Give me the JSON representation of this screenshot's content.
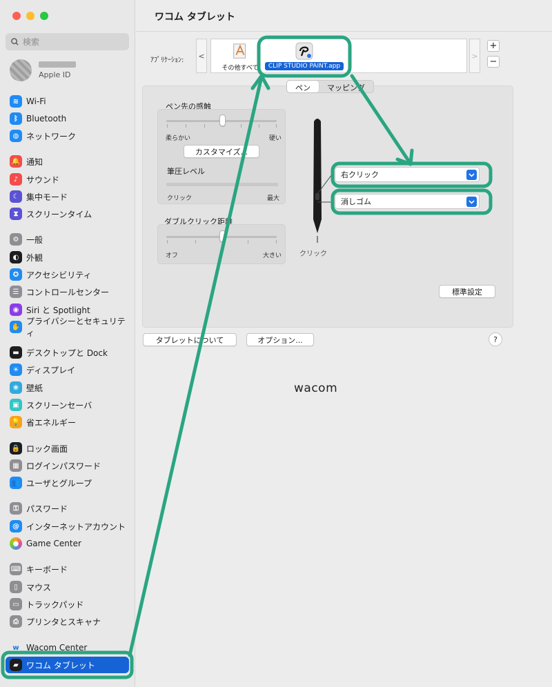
{
  "window": {
    "title": "ワコム タブレット"
  },
  "sidebar": {
    "search_placeholder": "検索",
    "account_sub": "Apple ID",
    "items": [
      {
        "label": "Wi-Fi",
        "icon": "wifi-icon",
        "color": "#1f8bf3"
      },
      {
        "label": "Bluetooth",
        "icon": "bluetooth-icon",
        "color": "#1f8bf3"
      },
      {
        "label": "ネットワーク",
        "icon": "globe-icon",
        "color": "#1f8bf3"
      },
      {
        "label": "通知",
        "icon": "bell-icon",
        "color": "#f44b4b"
      },
      {
        "label": "サウンド",
        "icon": "speaker-icon",
        "color": "#f44b4b"
      },
      {
        "label": "集中モード",
        "icon": "moon-icon",
        "color": "#5b52d4"
      },
      {
        "label": "スクリーンタイム",
        "icon": "hourglass-icon",
        "color": "#5b52d4"
      },
      {
        "label": "一般",
        "icon": "gear-icon",
        "color": "#8e8e93"
      },
      {
        "label": "外観",
        "icon": "appearance-icon",
        "color": "#1d1d1f"
      },
      {
        "label": "アクセシビリティ",
        "icon": "accessibility-icon",
        "color": "#1f8bf3"
      },
      {
        "label": "コントロールセンター",
        "icon": "control-center-icon",
        "color": "#8e8e93"
      },
      {
        "label": "Siri と Spotlight",
        "icon": "siri-icon",
        "color": "#8b3ee6"
      },
      {
        "label": "プライバシーとセキュリティ",
        "icon": "hand-icon",
        "color": "#1f8bf3"
      },
      {
        "label": "デスクトップと Dock",
        "icon": "dock-icon",
        "color": "#1d1d1f"
      },
      {
        "label": "ディスプレイ",
        "icon": "sun-icon",
        "color": "#1f8bf3"
      },
      {
        "label": "壁紙",
        "icon": "wallpaper-icon",
        "color": "#34aadc"
      },
      {
        "label": "スクリーンセーバ",
        "icon": "screensaver-icon",
        "color": "#34c5c5"
      },
      {
        "label": "省エネルギー",
        "icon": "bulb-icon",
        "color": "#f7a21b"
      },
      {
        "label": "ロック画面",
        "icon": "lock-icon",
        "color": "#1d1d1f"
      },
      {
        "label": "ログインパスワード",
        "icon": "login-icon",
        "color": "#8e8e93"
      },
      {
        "label": "ユーザとグループ",
        "icon": "users-icon",
        "color": "#1f8bf3"
      },
      {
        "label": "パスワード",
        "icon": "key-icon",
        "color": "#8e8e93"
      },
      {
        "label": "インターネットアカウント",
        "icon": "at-icon",
        "color": "#1f8bf3"
      },
      {
        "label": "Game Center",
        "icon": "game-center-icon",
        "color": "#e84a9a"
      },
      {
        "label": "キーボード",
        "icon": "keyboard-icon",
        "color": "#8e8e93"
      },
      {
        "label": "マウス",
        "icon": "mouse-icon",
        "color": "#8e8e93"
      },
      {
        "label": "トラックパッド",
        "icon": "trackpad-icon",
        "color": "#8e8e93"
      },
      {
        "label": "プリンタとスキャナ",
        "icon": "printer-icon",
        "color": "#8e8e93"
      },
      {
        "label": "Wacom Center",
        "icon": "wacom-center-icon",
        "color": "#1d1d1f"
      },
      {
        "label": "ワコム タブレット",
        "icon": "tablet-icon",
        "color": "#1d1d1f"
      }
    ]
  },
  "apps": {
    "label": "ｱﾌﾟﾘｹｰｼｮﾝ:",
    "prev": "<",
    "next": ">",
    "items": [
      {
        "label": "その他すべて",
        "icon": "all-apps-icon"
      },
      {
        "label": "CLIP STUDIO PAINT.app",
        "icon": "clip-studio-icon"
      }
    ],
    "add": "+",
    "remove": "−"
  },
  "tabs": [
    "ペン",
    "マッピング"
  ],
  "pen": {
    "tip_feel_title": "ペン先の感触",
    "soft": "柔らかい",
    "firm": "硬い",
    "customize": "カスタマイズ...",
    "pressure_title": "筆圧レベル",
    "click": "クリック",
    "max": "最大",
    "double_click_title": "ダブルクリック距離",
    "off": "オフ",
    "large": "大きい",
    "tip_click": "クリック",
    "upper_button": "右クリック",
    "lower_button": "消しゴム",
    "default_button": "標準設定"
  },
  "bottom": {
    "about": "タブレットについて",
    "options": "オプション...",
    "help": "?",
    "logo": "wacom"
  },
  "annotation": {
    "color": "#2aa582"
  }
}
